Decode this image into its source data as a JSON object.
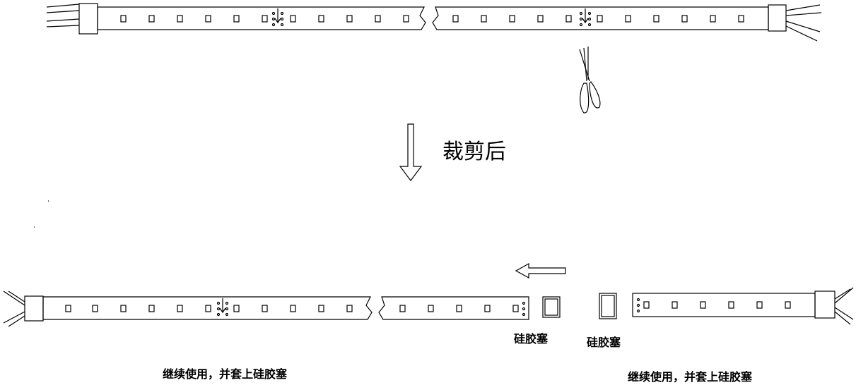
{
  "labels": {
    "after_cutting": "裁剪后",
    "silicone_plug_left": "硅胶塞",
    "silicone_plug_right": "硅胶塞",
    "continue_use_left": "继续使用，并套上硅胶塞",
    "continue_use_right": "继续使用，并套上硅胶塞"
  },
  "icons": {
    "cut": "scissors-icon",
    "flow_down": "arrow-down-icon",
    "flow_left": "arrow-left-icon"
  },
  "colors": {
    "line": "#000000",
    "background": "#ffffff"
  }
}
